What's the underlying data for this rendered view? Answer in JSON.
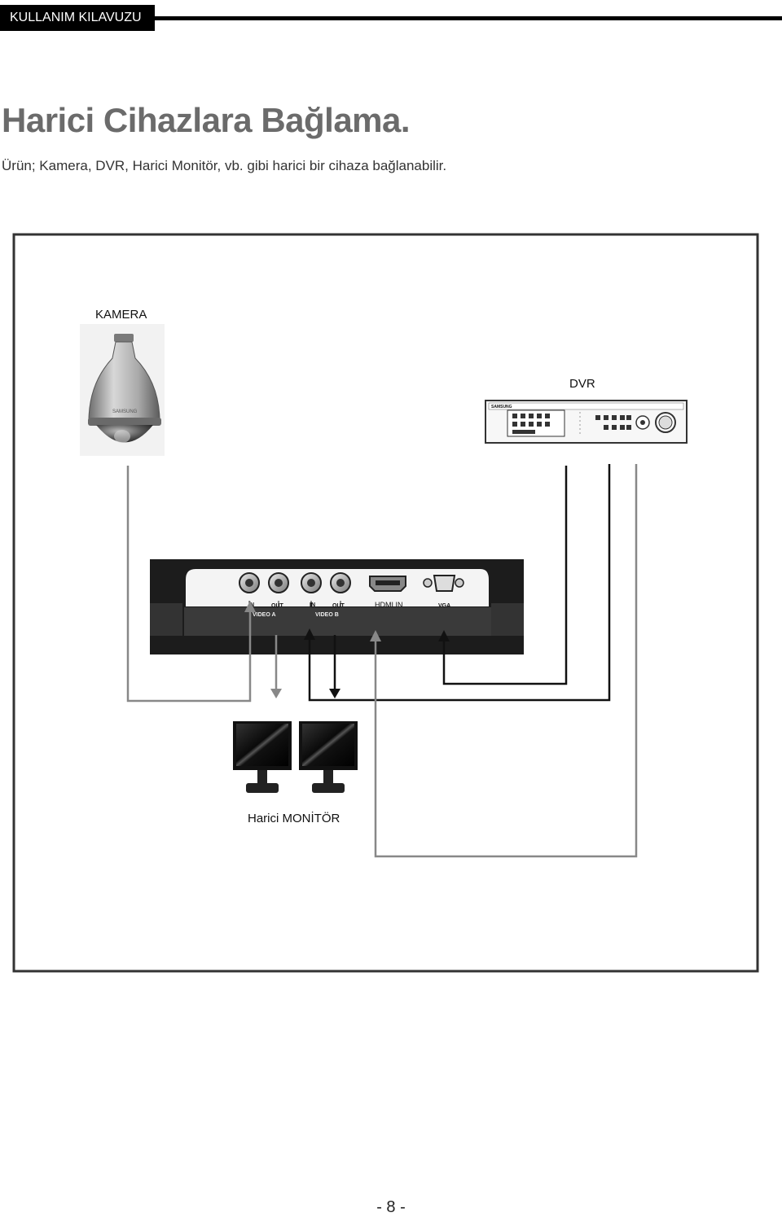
{
  "header": {
    "manual_label": "KULLANIM KILAVUZU"
  },
  "page": {
    "title": "Harici Cihazlara Bağlama.",
    "subtitle": "Ürün; Kamera, DVR, Harici Monitör, vb. gibi harici bir cihaza bağlanabilir.",
    "page_number": "- 8 -"
  },
  "diagram": {
    "camera_label": "KAMERA",
    "camera_brand": "SAMSUNG",
    "dvr_label": "DVR",
    "dvr_brand": "SAMSUNG",
    "monitor_label": "Harici MONİTÖR",
    "ports": {
      "in_a": "IN",
      "out_a": "OUT",
      "video_a": "VIDEO A",
      "in_b": "IN",
      "out_b": "OUT",
      "video_b": "VIDEO B",
      "hdmi": "HDMI IN",
      "vga": "VGA"
    }
  }
}
